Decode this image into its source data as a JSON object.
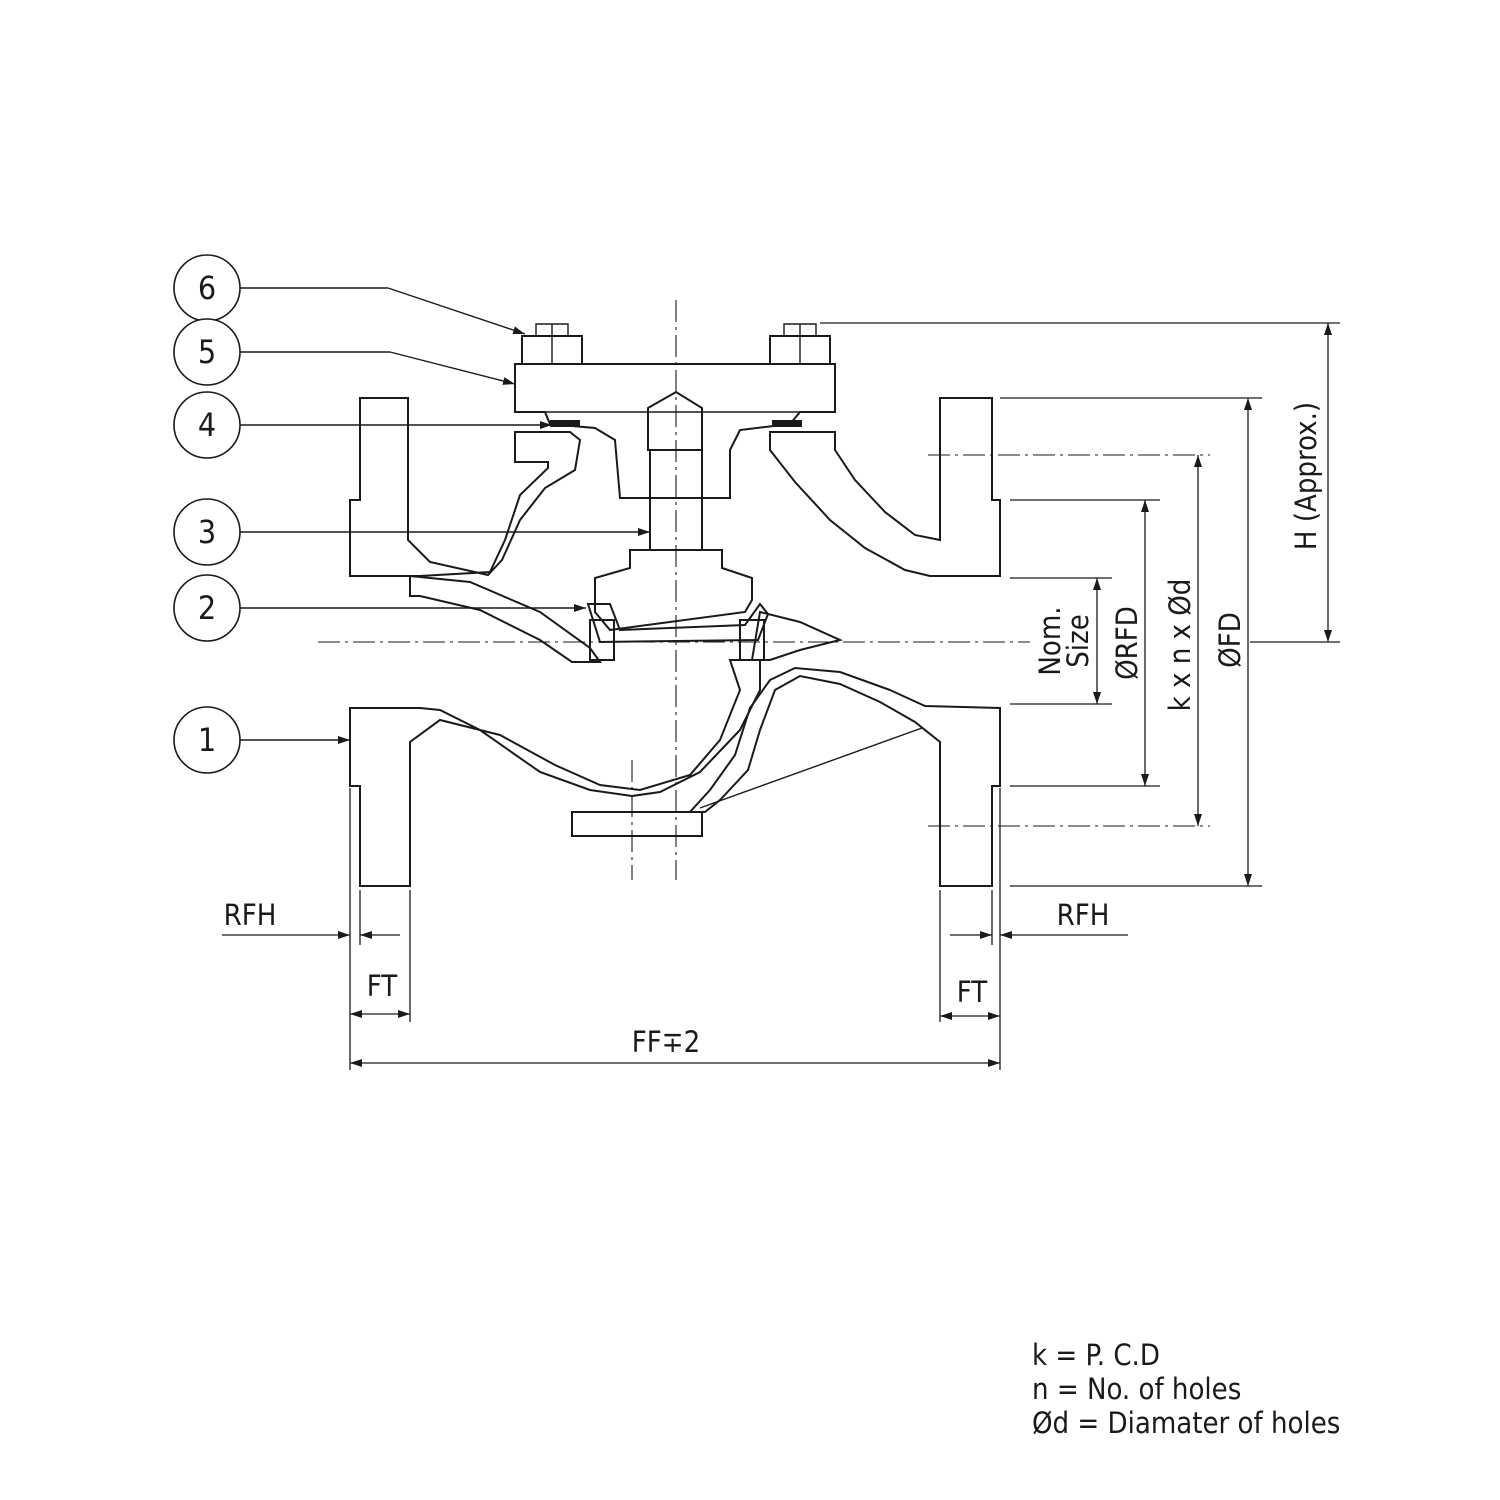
{
  "callouts": [
    {
      "id": "6"
    },
    {
      "id": "5"
    },
    {
      "id": "4"
    },
    {
      "id": "3"
    },
    {
      "id": "2"
    },
    {
      "id": "1"
    }
  ],
  "dimensions": {
    "rfh_left": "RFH",
    "rfh_right": "RFH",
    "ft_left": "FT",
    "ft_right": "FT",
    "ff": "FF∓2",
    "nom_size_1": "Nom.",
    "nom_size_2": "Size",
    "rfd": "ØRFD",
    "kxnxd": "k x n x Ød",
    "fd": "ØFD",
    "h": "H (Approx.)"
  },
  "legend": [
    "k = P. C.D",
    "n = No. of holes",
    "Ød = Diamater of holes"
  ]
}
